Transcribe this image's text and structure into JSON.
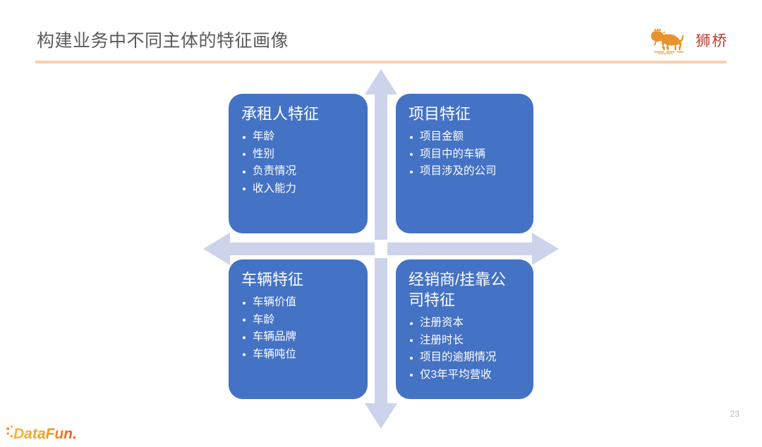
{
  "slide": {
    "title": "构建业务中不同主体的特征画像",
    "page_number": "23",
    "background_color": "#ffffff",
    "title_color": "#5a5a5a",
    "rule_color": "#f9cfae"
  },
  "brand": {
    "name": "狮桥",
    "mark_icon": "lion-icon",
    "mark_color": "#e8922d",
    "name_color": "#c0392b"
  },
  "diagram": {
    "type": "2x2-quadrant-matrix",
    "arrow_color": "#ccd3ea",
    "box_color": "#4472c4",
    "box_text_color": "#ffffff",
    "arrows": [
      {
        "name": "up-arrow",
        "direction": "up"
      },
      {
        "name": "down-arrow",
        "direction": "down"
      },
      {
        "name": "left-arrow",
        "direction": "left"
      },
      {
        "name": "right-arrow",
        "direction": "right"
      }
    ],
    "quadrants": [
      {
        "position": "top-left",
        "title": "承租人特征",
        "items": [
          "年龄",
          "性别",
          "负责情况",
          "收入能力"
        ]
      },
      {
        "position": "top-right",
        "title": "项目特征",
        "items": [
          "项目金额",
          "项目中的车辆",
          "项目涉及的公司"
        ]
      },
      {
        "position": "bottom-left",
        "title": "车辆特征",
        "items": [
          "车辆价值",
          "车龄",
          "车辆品牌",
          "车辆吨位"
        ]
      },
      {
        "position": "bottom-right",
        "title": "经销商/挂靠公司特征",
        "items": [
          "注册资本",
          "注册时长",
          "项目的逾期情况",
          "仅3年平均营收"
        ]
      }
    ]
  },
  "footer": {
    "logo_text": "DataFun.",
    "logo_icon": "datafun-logo-icon",
    "logo_color": "#f5a623"
  }
}
